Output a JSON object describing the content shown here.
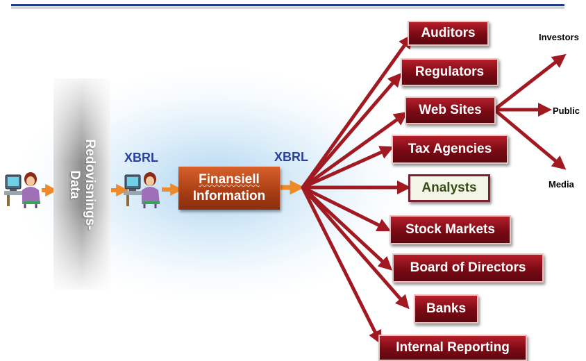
{
  "bar_label": "Redovisnings-\nData",
  "xbrl_left": "XBRL",
  "xbrl_right": "XBRL",
  "finansiell": {
    "line1": "Finansiell",
    "line2": "Information"
  },
  "targets": [
    "Auditors",
    "Regulators",
    "Web Sites",
    "Tax Agencies",
    "Analysts",
    "Stock Markets",
    "Board of Directors",
    "Banks",
    "Internal Reporting"
  ],
  "web_sites_targets": [
    "Investors",
    "Public",
    "Media"
  ],
  "colors": {
    "arrow_red": "#a11a22",
    "box_red": "#8a0f1a",
    "orange": "#e8862a",
    "xbrl_blue": "#2b3fa0",
    "header_rule": "#1f3a8a"
  },
  "icons": [
    "person-at-computer-icon",
    "person-at-computer-icon"
  ]
}
